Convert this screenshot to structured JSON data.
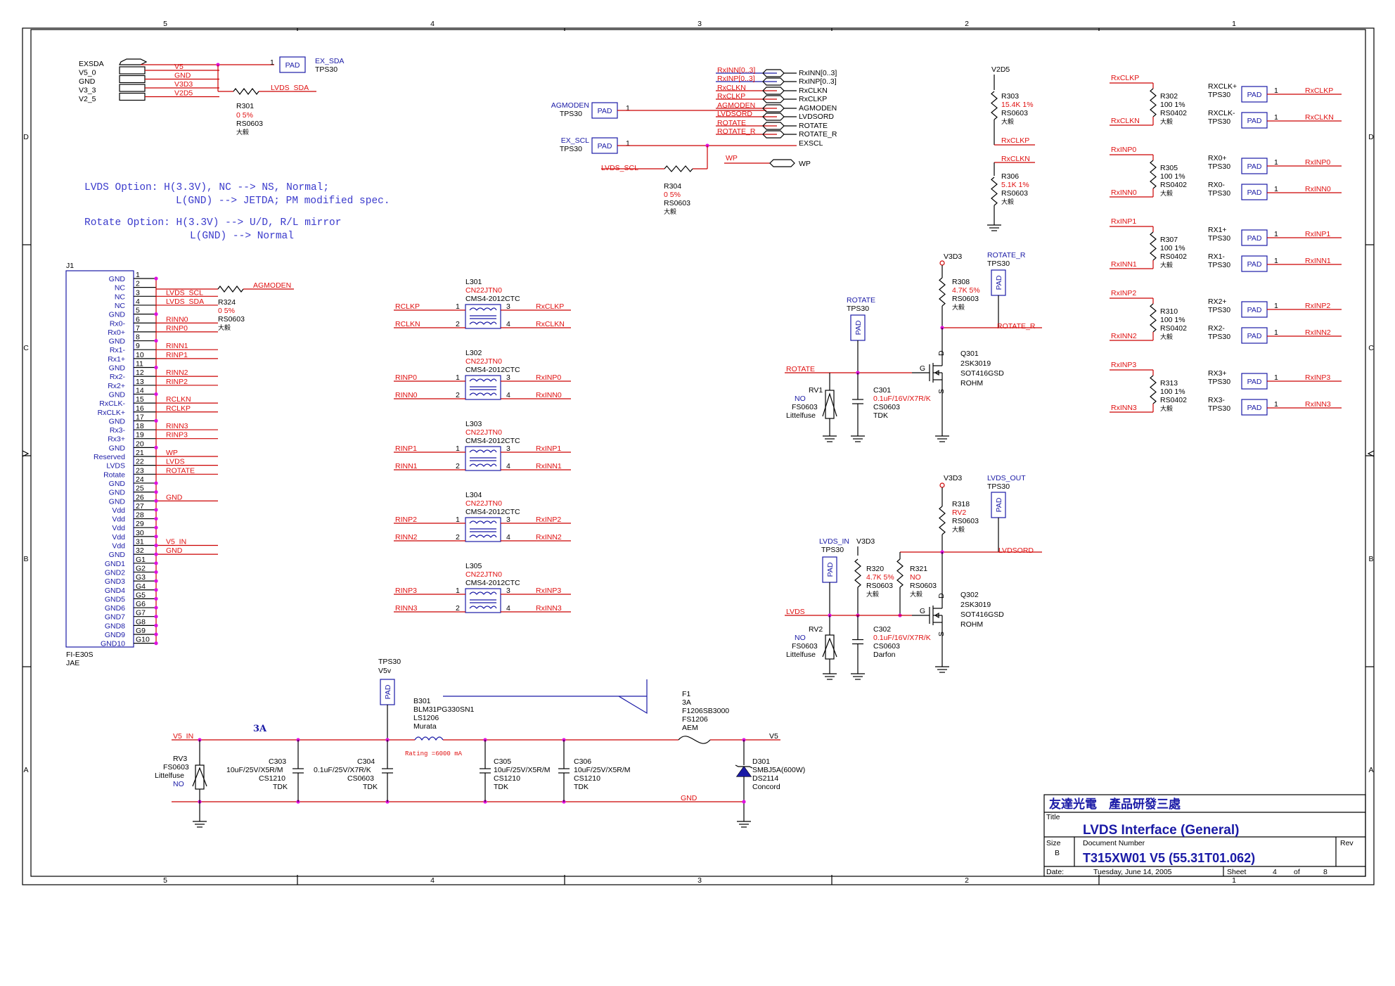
{
  "border": {
    "col_markers": [
      "5",
      "4",
      "3",
      "2",
      "1"
    ],
    "row_markers": [
      "D",
      "C",
      "B",
      "A"
    ]
  },
  "title_block": {
    "company": "友達光電　產品研發三處",
    "title_caption": "Title",
    "title": "LVDS Interface (General)",
    "size_caption": "Size",
    "size": "B",
    "docnum_caption": "Document Number",
    "docnum": "T315XW01 V5 (55.31T01.062)",
    "rev_caption": "Rev",
    "date_caption": "Date:",
    "date": "Tuesday, June 14, 2005",
    "sheet_caption": "Sheet",
    "sheet": "4",
    "of_caption": "of",
    "of": "8"
  },
  "notes": {
    "line1": "LVDS Option: H(3.3V), NC --> NS, Normal;",
    "line2": "L(GND) --> JETDA; PM modified spec.",
    "line3": "Rotate Option: H(3.3V) --> U/D, R/L mirror",
    "line4": "L(GND) --> Normal"
  },
  "power_header": {
    "labels": [
      "EXSDA",
      "V5_0",
      "GND",
      "V3_3",
      "V2_5"
    ],
    "nets": [
      "V5",
      "GND",
      "V3D3",
      "V2D5"
    ]
  },
  "ex_sda": {
    "pad": "PAD",
    "name": "EX_SDA",
    "type": "TPS30",
    "pin": "1",
    "net": "LVDS_SDA",
    "r": "R301",
    "rv": "0 5%",
    "rp": "RS0603",
    "rm": "大毅"
  },
  "agmoden": {
    "name": "AGMODEN",
    "type": "TPS30",
    "pad": "PAD",
    "pin": "1"
  },
  "ex_scl": {
    "name": "EX_SCL",
    "type": "TPS30",
    "pad": "PAD",
    "pin": "1",
    "net": "LVDS_SCL",
    "r": "R304",
    "rv": "0 5%",
    "rp": "RS0603",
    "rm": "大毅"
  },
  "bus": {
    "left": [
      "RxINN[0..3]",
      "RxINP[0..3]",
      "RxCLKN",
      "RxCLKP",
      "AGMODEN",
      "LVDSORD",
      "ROTATE",
      "ROTATE_R"
    ],
    "right": [
      "RxINN[0..3]",
      "RxINP[0..3]",
      "RxCLKN",
      "RxCLKP",
      "AGMODEN",
      "LVDSORD",
      "ROTATE",
      "ROTATE_R",
      "EXSCL"
    ],
    "wp_left": "WP",
    "wp_right": "WP"
  },
  "r303": {
    "supply": "V2D5",
    "name": "R303",
    "v": "15.4K 1%",
    "p": "RS0603",
    "m": "大毅",
    "net": "RxCLKP"
  },
  "r306": {
    "name": "R306",
    "v": "5.1K 1%",
    "p": "RS0603",
    "m": "大毅",
    "net": "RxCLKN"
  },
  "terminations": [
    {
      "p": "RxCLKP",
      "n": "RxCLKN",
      "r": "R302",
      "v": "100 1%",
      "pk": "RS0402",
      "m": "大毅",
      "tp1": "RXCLK+",
      "tp2": "RXCLK-",
      "o1": "RxCLKP",
      "o2": "RxCLKN"
    },
    {
      "p": "RxINP0",
      "n": "RxINN0",
      "r": "R305",
      "v": "100 1%",
      "pk": "RS0402",
      "m": "大毅",
      "tp1": "RX0+",
      "tp2": "RX0-",
      "o1": "RxINP0",
      "o2": "RxINN0"
    },
    {
      "p": "RxINP1",
      "n": "RxINN1",
      "r": "R307",
      "v": "100 1%",
      "pk": "RS0402",
      "m": "大毅",
      "tp1": "RX1+",
      "tp2": "RX1-",
      "o1": "RxINP1",
      "o2": "RxINN1"
    },
    {
      "p": "RxINP2",
      "n": "RxINN2",
      "r": "R310",
      "v": "100 1%",
      "pk": "RS0402",
      "m": "大毅",
      "tp1": "RX2+",
      "tp2": "RX2-",
      "o1": "RxINP2",
      "o2": "RxINN2"
    },
    {
      "p": "RxINP3",
      "n": "RxINN3",
      "r": "R313",
      "v": "100 1%",
      "pk": "RS0402",
      "m": "大毅",
      "tp1": "RX3+",
      "tp2": "RX3-",
      "o1": "RxINP3",
      "o2": "RxINN3"
    }
  ],
  "tp_type": "TPS30",
  "pad_label": "PAD",
  "j1": {
    "name": "J1",
    "part": "FI-E30S",
    "maker": "JAE",
    "pins": [
      {
        "n": "1",
        "l": "GND",
        "net": ""
      },
      {
        "n": "2",
        "l": "NC",
        "net": ""
      },
      {
        "n": "3",
        "l": "NC",
        "net": "LVDS_SCL"
      },
      {
        "n": "4",
        "l": "NC",
        "net": "LVDS_SDA"
      },
      {
        "n": "5",
        "l": "GND",
        "net": ""
      },
      {
        "n": "6",
        "l": "Rx0-",
        "net": "RINN0"
      },
      {
        "n": "7",
        "l": "Rx0+",
        "net": "RINP0"
      },
      {
        "n": "8",
        "l": "GND",
        "net": ""
      },
      {
        "n": "9",
        "l": "Rx1-",
        "net": "RINN1"
      },
      {
        "n": "10",
        "l": "Rx1+",
        "net": "RINP1"
      },
      {
        "n": "11",
        "l": "GND",
        "net": ""
      },
      {
        "n": "12",
        "l": "Rx2-",
        "net": "RINN2"
      },
      {
        "n": "13",
        "l": "Rx2+",
        "net": "RINP2"
      },
      {
        "n": "14",
        "l": "GND",
        "net": ""
      },
      {
        "n": "15",
        "l": "RxCLK-",
        "net": "RCLKN"
      },
      {
        "n": "16",
        "l": "RxCLK+",
        "net": "RCLKP"
      },
      {
        "n": "17",
        "l": "GND",
        "net": ""
      },
      {
        "n": "18",
        "l": "Rx3-",
        "net": "RINN3"
      },
      {
        "n": "19",
        "l": "Rx3+",
        "net": "RINP3"
      },
      {
        "n": "20",
        "l": "GND",
        "net": ""
      },
      {
        "n": "21",
        "l": "Reserved",
        "net": "WP"
      },
      {
        "n": "22",
        "l": "LVDS",
        "net": "LVDS"
      },
      {
        "n": "23",
        "l": "Rotate",
        "net": "ROTATE"
      },
      {
        "n": "24",
        "l": "GND",
        "net": ""
      },
      {
        "n": "25",
        "l": "GND",
        "net": ""
      },
      {
        "n": "26",
        "l": "GND",
        "net": "GND"
      },
      {
        "n": "27",
        "l": "Vdd",
        "net": ""
      },
      {
        "n": "28",
        "l": "Vdd",
        "net": ""
      },
      {
        "n": "29",
        "l": "Vdd",
        "net": ""
      },
      {
        "n": "30",
        "l": "Vdd",
        "net": ""
      },
      {
        "n": "31",
        "l": "Vdd",
        "net": "V5_IN"
      },
      {
        "n": "32",
        "l": "GND",
        "net": "GND"
      },
      {
        "n": "G1",
        "l": "GND1",
        "net": ""
      },
      {
        "n": "G2",
        "l": "GND2",
        "net": ""
      },
      {
        "n": "G3",
        "l": "GND3",
        "net": ""
      },
      {
        "n": "G4",
        "l": "GND4",
        "net": ""
      },
      {
        "n": "G5",
        "l": "GND5",
        "net": ""
      },
      {
        "n": "G6",
        "l": "GND6",
        "net": ""
      },
      {
        "n": "G7",
        "l": "GND7",
        "net": ""
      },
      {
        "n": "G8",
        "l": "GND8",
        "net": ""
      },
      {
        "n": "G9",
        "l": "GND9",
        "net": ""
      },
      {
        "n": "G10",
        "l": "GND10",
        "net": ""
      }
    ]
  },
  "r324": {
    "name": "R324",
    "v": "0 5%",
    "p": "RS0603",
    "m": "大毅",
    "net": "AGMODEN"
  },
  "chokes": [
    {
      "name": "L301",
      "type": "CN22JTN0",
      "part": "CMS4-2012CTC",
      "i1": "RCLKP",
      "i2": "RCLKN",
      "o1": "RxCLKP",
      "o2": "RxCLKN"
    },
    {
      "name": "L302",
      "type": "CN22JTN0",
      "part": "CMS4-2012CTC",
      "i1": "RINP0",
      "i2": "RINN0",
      "o1": "RxINP0",
      "o2": "RxINN0"
    },
    {
      "name": "L303",
      "type": "CN22JTN0",
      "part": "CMS4-2012CTC",
      "i1": "RINP1",
      "i2": "RINN1",
      "o1": "RxINP1",
      "o2": "RxINN1"
    },
    {
      "name": "L304",
      "type": "CN22JTN0",
      "part": "CMS4-2012CTC",
      "i1": "RINP2",
      "i2": "RINN2",
      "o1": "RxINP2",
      "o2": "RxINN2"
    },
    {
      "name": "L305",
      "type": "CN22JTN0",
      "part": "CMS4-2012CTC",
      "i1": "RINP3",
      "i2": "RINN3",
      "o1": "RxINP3",
      "o2": "RxINN3"
    }
  ],
  "choke_pins": [
    "1",
    "2",
    "3",
    "4"
  ],
  "rotate_ckt": {
    "supply": "V3D3",
    "r": "R308",
    "rv": "4.7K 5%",
    "rp": "RS0603",
    "rm": "大毅",
    "tp": "ROTATE_R",
    "tpt": "TPS30",
    "tp2": "ROTATE",
    "tp2t": "TPS30",
    "out": "ROTATE_R",
    "q": "Q301",
    "qp": "2SK3019",
    "qk": "SOT416GSD",
    "qm": "ROHM",
    "in": "ROTATE",
    "rv1": "RV1",
    "rv1v": "NO",
    "rv1p": "FS0603",
    "rv1m": "Littelfuse",
    "c": "C301",
    "cv": "0.1uF/16V/X7R/K",
    "cp": "CS0603",
    "cm": "TDK"
  },
  "lvds_ckt": {
    "supply": "V3D3",
    "r": "R318",
    "rv": "RV2",
    "rp": "RS0603",
    "rm": "大毅",
    "tp": "LVDS_OUT",
    "tpt": "TPS30",
    "out": "LVDSORD",
    "tp2": "LVDS_IN",
    "tp2t": "TPS30",
    "supply2": "V3D3",
    "r2": "R320",
    "r2v": "4.7K 5%",
    "r2p": "RS0603",
    "r2m": "大毅",
    "r3": "R321",
    "r3v": "NO",
    "r3p": "RS0603",
    "r3m": "大毅",
    "q": "Q302",
    "qp": "2SK3019",
    "qk": "SOT416GSD",
    "qm": "ROHM",
    "in": "LVDS",
    "rvv": "NO",
    "rvp": "FS0603",
    "rvm": "Littelfuse",
    "c": "C302",
    "cv": "0.1uF/16V/X7R/K",
    "cp": "CS0603",
    "cm": "Darfon"
  },
  "power_ckt": {
    "tp": "TPS30",
    "tpn": "V5v",
    "in": "V5_IN",
    "current": "3A",
    "out": "V5",
    "gnd": "GND",
    "rv3": "RV3",
    "rv3p": "FS0603",
    "rv3m": "Littelfuse",
    "rv3v": "NO",
    "c303": "C303",
    "c303v": "10uF/25V/X5R/M",
    "c303p": "CS1210",
    "c303m": "TDK",
    "c304": "C304",
    "c304v": "0.1uF/25V/X7R/K",
    "c304p": "CS0603",
    "c304m": "TDK",
    "b": "B301",
    "bp": "BLM31PG330SN1",
    "bk": "LS1206",
    "bm": "Murata",
    "rating": "Rating =6000 mA",
    "c305": "C305",
    "c305v": "10uF/25V/X5R/M",
    "c305p": "CS1210",
    "c305m": "TDK",
    "c306": "C306",
    "c306v": "10uF/25V/X5R/M",
    "c306p": "CS1210",
    "c306m": "TDK",
    "f": "F1",
    "fv": "3A",
    "fp": "F1206SB3000",
    "fk": "FS1206",
    "fm": "AEM",
    "d": "D301",
    "dp": "SMBJ5A(600W)",
    "dk": "DS2114",
    "dm": "Concord"
  },
  "mosfet_pins": {
    "d": "D",
    "g": "G",
    "s": "S"
  },
  "colors": {
    "wire": "#cc0000",
    "part": "#1a1aa6",
    "junction": "#e010e0"
  }
}
